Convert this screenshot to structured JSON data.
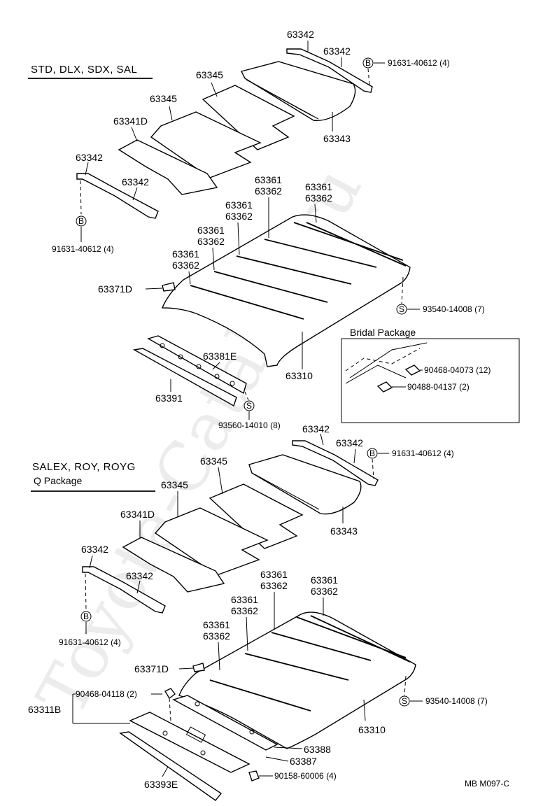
{
  "sections": {
    "std": "STD, DLX, SDX, SAL",
    "salex": "SALEX, ROY, ROYG",
    "qpackage": "Q Package",
    "bridal": "Bridal Package"
  },
  "watermark": "Toyota-Catalog.ru",
  "footer": "MB  M097-C",
  "top": {
    "p63342a": "63342",
    "p63342b": "63342",
    "p63345a": "63345",
    "p63345b": "63345",
    "p63343": "63343",
    "p63341d": "63341D",
    "p63342c": "63342",
    "p63342d": "63342",
    "p91631a": "91631-40612 (4)",
    "p91631b": "91631-40612 (4)",
    "r1a": "63361",
    "r1b": "63362",
    "r2a": "63361",
    "r2b": "63362",
    "r3a": "63361",
    "r3b": "63362",
    "r4a": "63361",
    "r4b": "63362",
    "r5a": "63361",
    "r5b": "63362",
    "p63371d": "63371D",
    "p93540": "93540-14008 (7)",
    "p63310": "63310",
    "p63381e": "63381E",
    "p63391": "63391",
    "p93560": "93560-14010 (8)",
    "p90468": "90468-04073 (12)",
    "p90488": "90488-04137 (2)"
  },
  "bottom": {
    "p63342a": "63342",
    "p63342b": "63342",
    "p91631a": "91631-40612 (4)",
    "p63345a": "63345",
    "p63345b": "63345",
    "p63343": "63343",
    "p63341d": "63341D",
    "p63342c": "63342",
    "p63342d": "63342",
    "p91631b": "91631-40612 (4)",
    "r1a": "63361",
    "r1b": "63362",
    "r2a": "63361",
    "r2b": "63362",
    "r3a": "63361",
    "r3b": "63362",
    "p63371d": "63371D",
    "p90468": "90468-04118 (2)",
    "p63311b": "63311B",
    "p93540": "93540-14008 (7)",
    "p63310": "63310",
    "p63388": "63388",
    "p63387": "63387",
    "p90158": "90158-60006 (4)",
    "p63393e": "63393E"
  },
  "markers": {
    "b": "B",
    "s": "S"
  }
}
